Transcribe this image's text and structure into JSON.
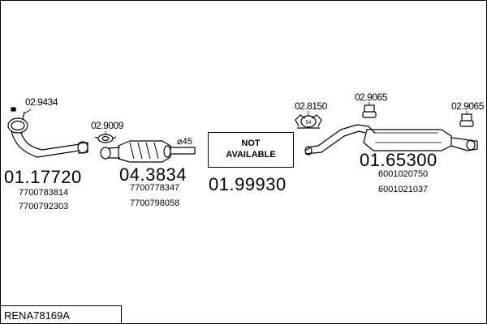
{
  "diagram_code": "RENA78169A",
  "parts": {
    "downpipe": {
      "ref_code": "02.9434",
      "part_number": "01.17720",
      "oem_numbers": [
        "7700783814",
        "7700792303"
      ]
    },
    "gasket": {
      "ref_code": "02.9009"
    },
    "catalyst": {
      "part_number": "04.3834",
      "oem_numbers": [
        "7700778347",
        "7700798058"
      ],
      "diameter_label": "⌀45"
    },
    "middle_silencer": {
      "part_number": "01.99930",
      "availability_lines": [
        "NOT",
        "AVAILABLE"
      ]
    },
    "mounting_ring": {
      "ref_code": "02.8150",
      "badge": "54"
    },
    "rear_silencer": {
      "part_number": "01.65300",
      "oem_numbers": [
        "6001020750",
        "6001021037"
      ]
    },
    "rubber_mount_1": {
      "ref_code": "02.9065"
    },
    "rubber_mount_2": {
      "ref_code": "02.9065"
    }
  }
}
